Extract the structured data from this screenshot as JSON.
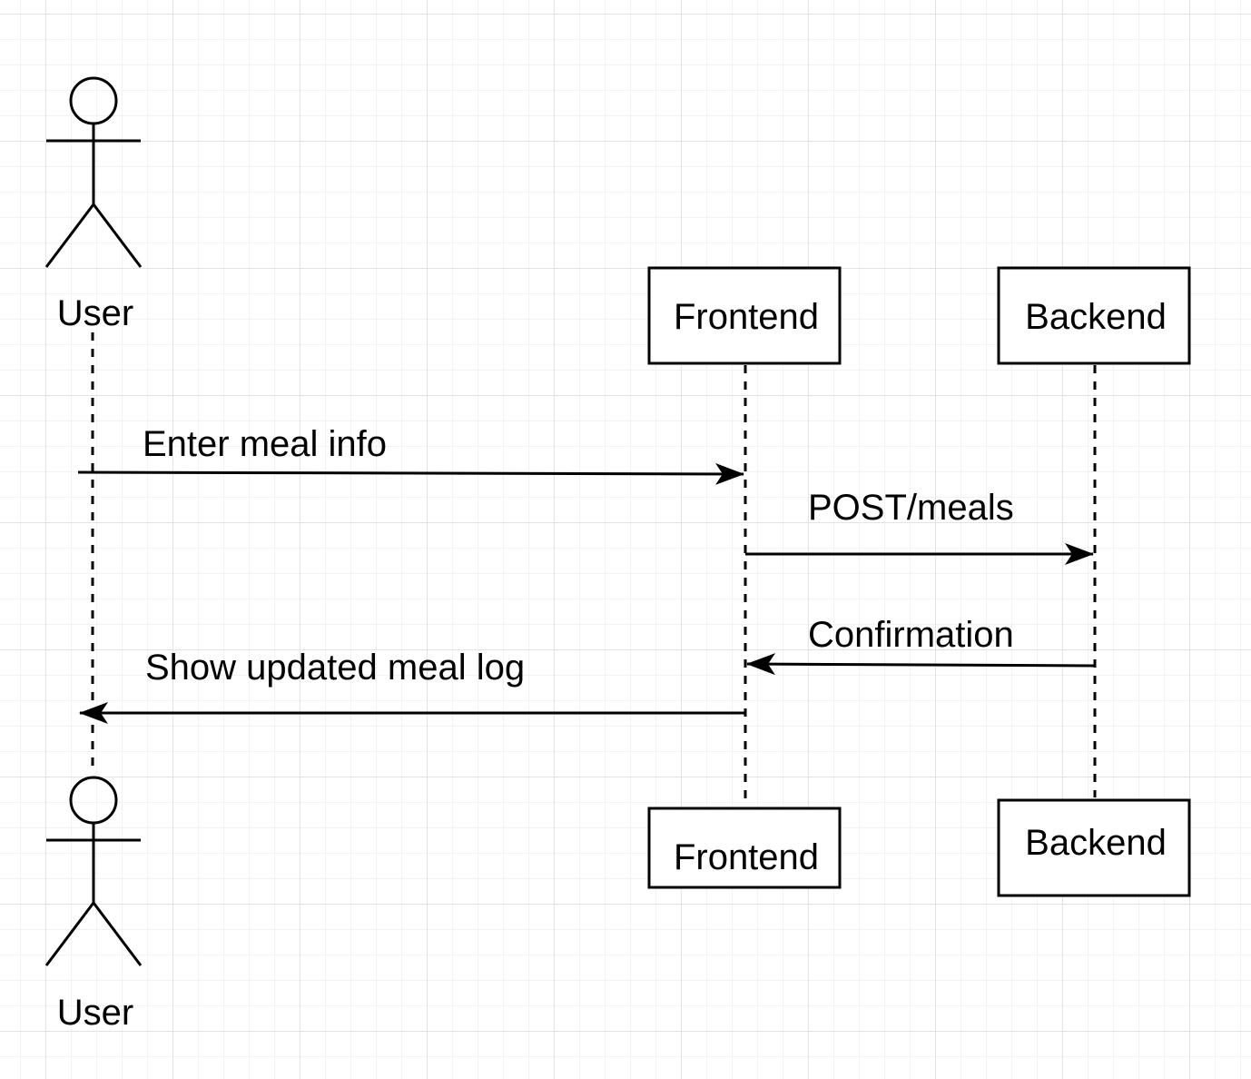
{
  "participants": {
    "user": {
      "label": "User",
      "shape": "actor-icon"
    },
    "frontend": {
      "label": "Frontend"
    },
    "backend": {
      "label": "Backend"
    }
  },
  "messages": [
    {
      "label": "Enter meal info",
      "from": "User",
      "to": "Frontend",
      "style": "solid"
    },
    {
      "label": "POST/meals",
      "from": "Frontend",
      "to": "Backend",
      "style": "solid"
    },
    {
      "label": "Confirmation",
      "from": "Backend",
      "to": "Frontend",
      "style": "solid"
    },
    {
      "label": "Show updated meal log",
      "from": "Frontend",
      "to": "User",
      "style": "solid"
    }
  ],
  "colors": {
    "stroke": "#000000",
    "background": "#ffffff",
    "grid_major": "#e3e3e3",
    "grid_minor": "#f2f2f2"
  }
}
